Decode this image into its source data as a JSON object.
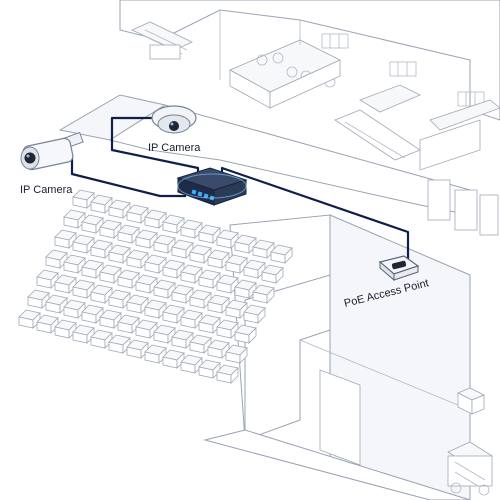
{
  "labels": {
    "ip_camera_dome": "IP Camera",
    "ip_camera_bullet": "IP Camera",
    "poe_access_point": "PoE Access Point"
  },
  "colors": {
    "cable": "#0f1f4d",
    "switch_body": "#2b3a55",
    "switch_highlight": "#3fb0ff",
    "line_art": "#9aa3b3",
    "background": "#ffffff"
  },
  "icons": {
    "dome_camera": "dome-camera-icon",
    "bullet_camera": "bullet-camera-icon",
    "poe_switch": "poe-switch-icon",
    "access_point": "access-point-icon"
  }
}
